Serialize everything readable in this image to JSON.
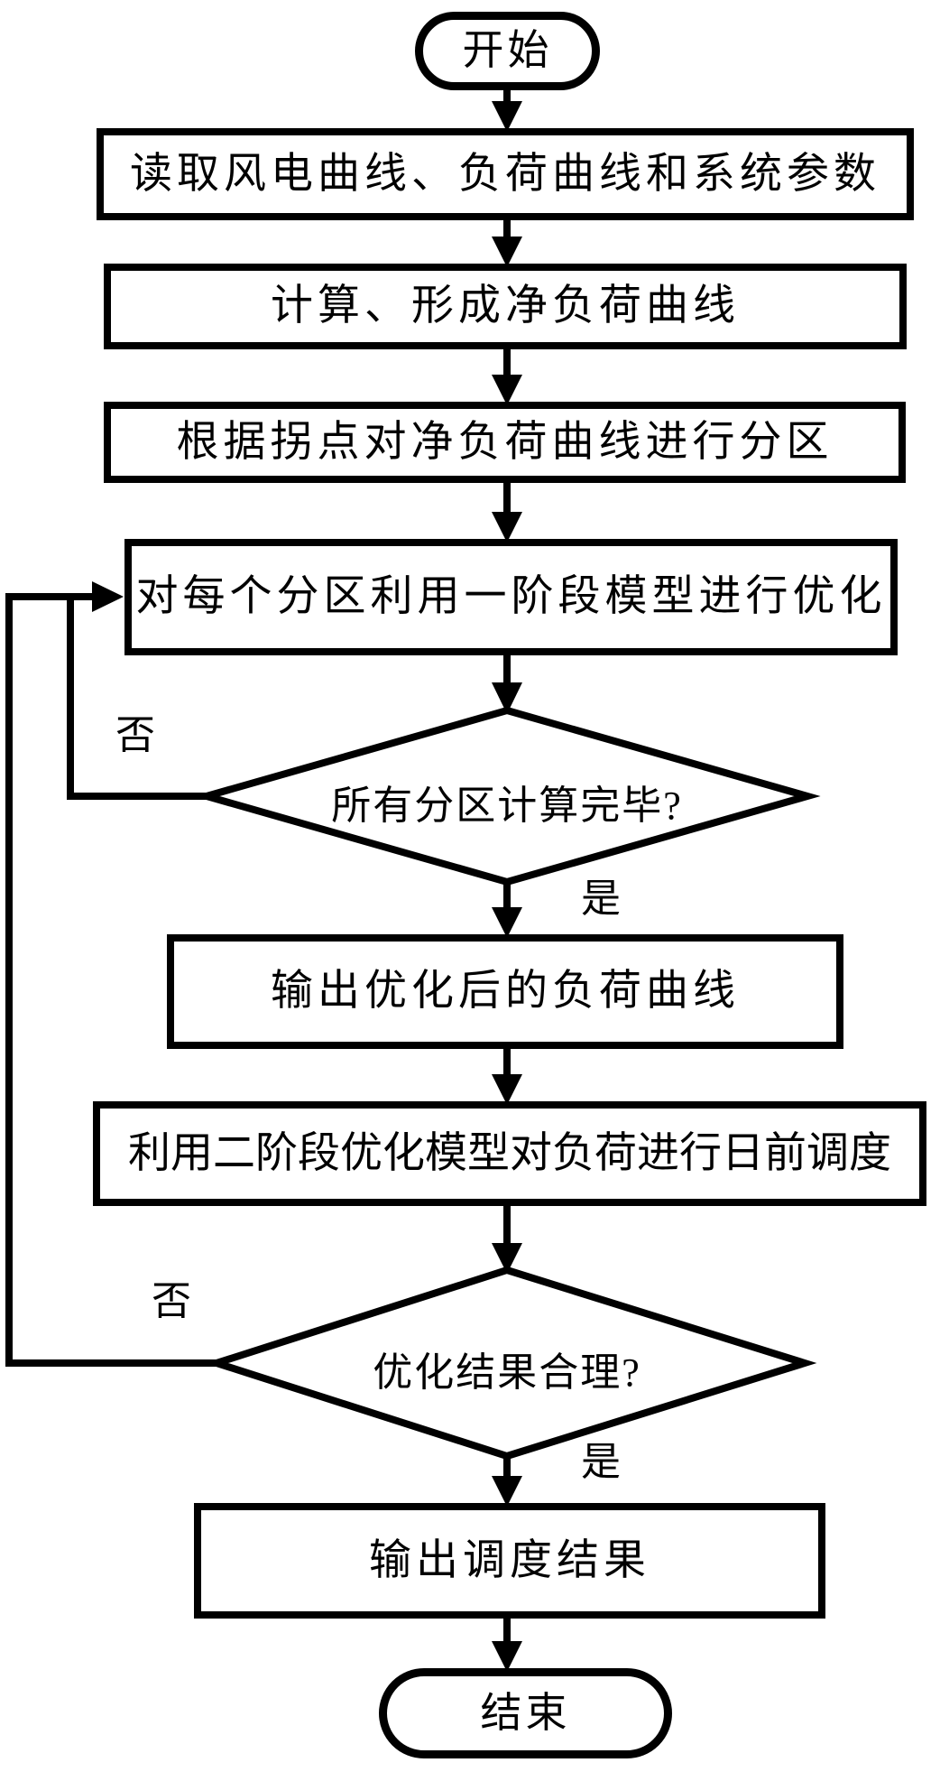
{
  "flowchart": {
    "start_label": "开始",
    "end_label": "结束",
    "process_steps": {
      "read_inputs": "读取风电曲线、负荷曲线和系统参数",
      "compute_net_load": "计算、形成净负荷曲线",
      "partition_curve": "根据拐点对净负荷曲线进行分区",
      "optimize_partition": "对每个分区利用一阶段模型进行优化",
      "output_load_curve": "输出优化后的负荷曲线",
      "day_ahead_dispatch": "利用二阶段优化模型对负荷进行日前调度",
      "output_dispatch": "输出调度结果"
    },
    "decisions": {
      "all_partitions_done": "所有分区计算完毕?",
      "result_reasonable": "优化结果合理?"
    },
    "branch_labels": {
      "decision1_no": "否",
      "decision1_yes": "是",
      "decision2_no": "否",
      "decision2_yes": "是"
    },
    "colors": {
      "stroke": "#000000",
      "fill": "#ffffff"
    }
  }
}
